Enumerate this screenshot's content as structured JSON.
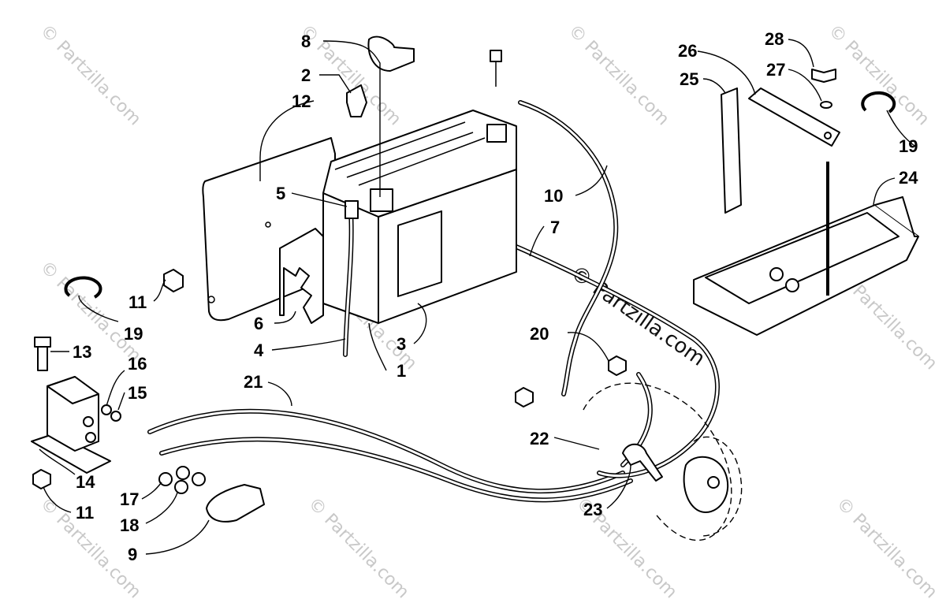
{
  "watermark": {
    "text": "© Partzilla.com",
    "main_text": "© Partzilla.com"
  },
  "callouts": [
    {
      "id": "8",
      "label": "8"
    },
    {
      "id": "2",
      "label": "2"
    },
    {
      "id": "12",
      "label": "12"
    },
    {
      "id": "5",
      "label": "5"
    },
    {
      "id": "11a",
      "label": "11"
    },
    {
      "id": "19a",
      "label": "19"
    },
    {
      "id": "6",
      "label": "6"
    },
    {
      "id": "4",
      "label": "4"
    },
    {
      "id": "3",
      "label": "3"
    },
    {
      "id": "1",
      "label": "1"
    },
    {
      "id": "13",
      "label": "13"
    },
    {
      "id": "16",
      "label": "16"
    },
    {
      "id": "15",
      "label": "15"
    },
    {
      "id": "21",
      "label": "21"
    },
    {
      "id": "14",
      "label": "14"
    },
    {
      "id": "11b",
      "label": "11"
    },
    {
      "id": "17",
      "label": "17"
    },
    {
      "id": "18",
      "label": "18"
    },
    {
      "id": "9",
      "label": "9"
    },
    {
      "id": "10",
      "label": "10"
    },
    {
      "id": "7",
      "label": "7"
    },
    {
      "id": "20",
      "label": "20"
    },
    {
      "id": "22",
      "label": "22"
    },
    {
      "id": "23",
      "label": "23"
    },
    {
      "id": "26",
      "label": "26"
    },
    {
      "id": "25",
      "label": "25"
    },
    {
      "id": "28",
      "label": "28"
    },
    {
      "id": "27",
      "label": "27"
    },
    {
      "id": "19b",
      "label": "19"
    },
    {
      "id": "24",
      "label": "24"
    }
  ]
}
